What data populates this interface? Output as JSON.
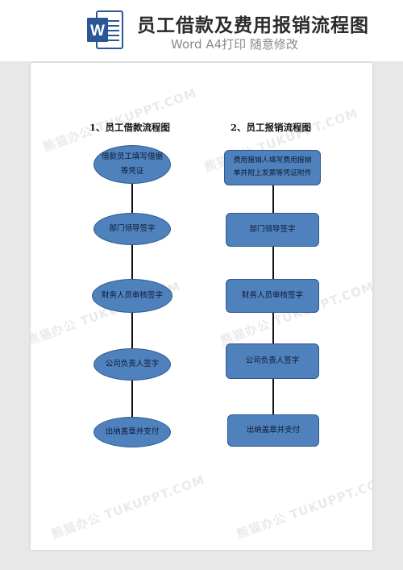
{
  "header": {
    "title": "员工借款及费用报销流程图",
    "subtitle": "Word A4打印 随意修改",
    "icon_letter": "W",
    "icon_color": "#2b5797"
  },
  "flow_left": {
    "title": "1、员工借款流程图",
    "steps": [
      "借款员工填写借据\n等凭证",
      "部门领导签字",
      "财务人员审核签字",
      "公司负责人签字",
      "出纳盖章并支付"
    ]
  },
  "flow_right": {
    "title": "2、员工报销流程图",
    "steps": [
      "费用报销人填写费用报销\n单并附上发票等凭证附件",
      "部门领导签字",
      "财务人员审核签字",
      "公司负责人签字",
      "出纳盖章并支付"
    ]
  },
  "watermark": "熊猫办公 TUKUPPT.COM",
  "colors": {
    "node_fill": "#4f81bd",
    "node_border": "#2f5a8f"
  }
}
